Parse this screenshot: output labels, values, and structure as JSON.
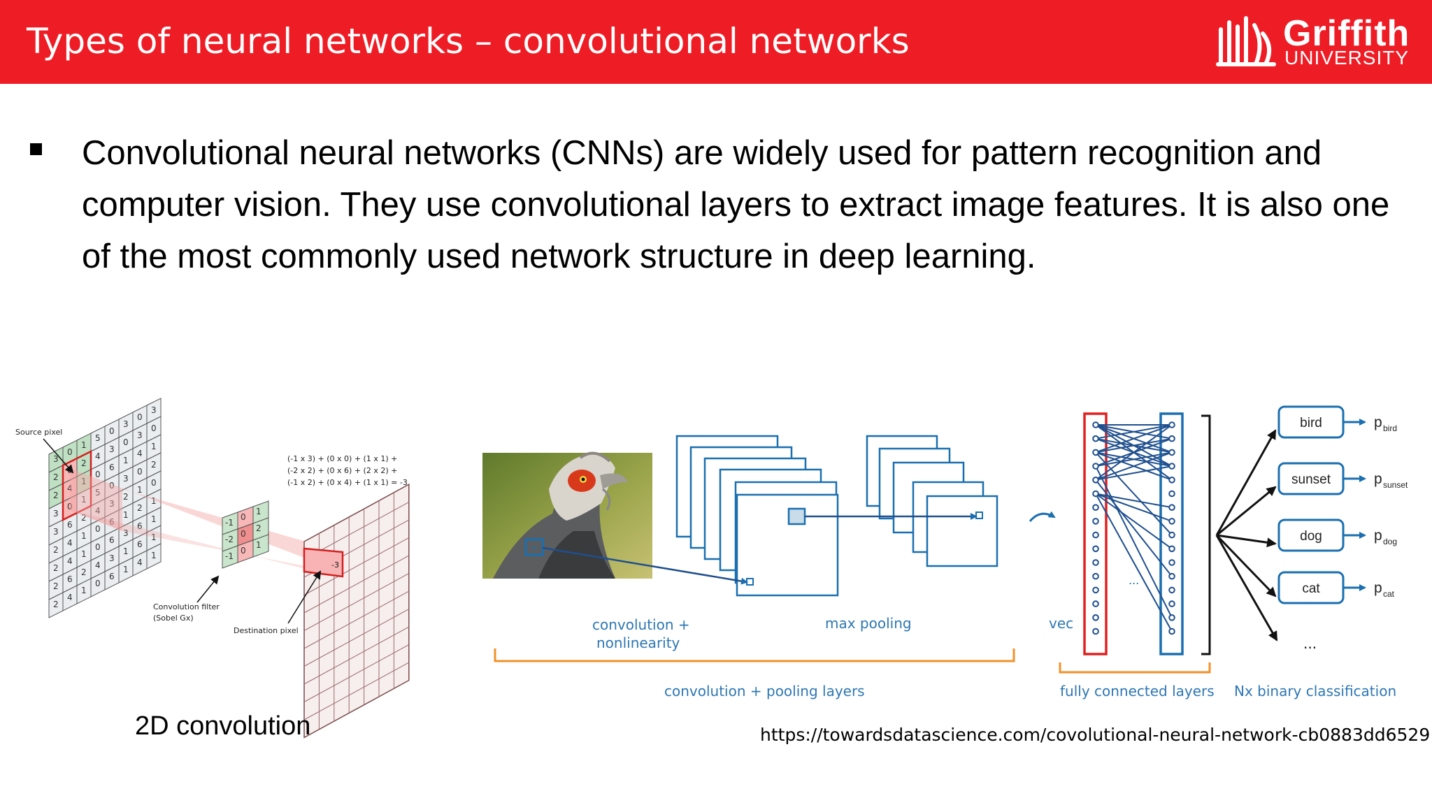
{
  "slide": {
    "title": "Types of neural networks – convolutional networks",
    "bullet": "Convolutional neural networks (CNNs) are widely used for pattern recognition and computer vision. They use convolutional layers to extract image features. It is also one of the most commonly used network structure in deep learning.",
    "caption": "2D convolution",
    "source": "https://towardsdatascience.com/covolutional-neural-network-cb0883dd6529"
  },
  "logo": {
    "name": "Griffith",
    "sub": "UNIVERSITY"
  },
  "conv_figure": {
    "source_pixel": "Source pixel",
    "filter_label_1": "Convolution filter",
    "filter_label_2": "(Sobel Gx)",
    "dest_label": "Destination pixel",
    "equation_1": "(-1 x 3) + (0 x 0) + (1 x 1) +",
    "equation_2": "(-2 x 2) + (0 x 6) + (2 x 2) +",
    "equation_3": "(-1 x 2) + (0 x 4) + (1 x 1)  = -3",
    "result_value": "-3",
    "src_rows": [
      [
        "3",
        "0",
        "1",
        "5",
        "0",
        "3",
        "0",
        "3"
      ],
      [
        "2",
        "6",
        "2",
        "4",
        "3",
        "0",
        "3",
        "0"
      ],
      [
        "2",
        "4",
        "1",
        "0",
        "6",
        "1",
        "4",
        "1"
      ],
      [
        "3",
        "0",
        "1",
        "5",
        "0",
        "3",
        "0",
        "2"
      ],
      [
        "3",
        "6",
        "2",
        "4",
        "3",
        "2",
        "1",
        "0"
      ],
      [
        "2",
        "4",
        "1",
        "0",
        "6",
        "1",
        "2",
        "1"
      ],
      [
        "2",
        "4",
        "1",
        "0",
        "6",
        "3",
        "6",
        "1"
      ],
      [
        "2",
        "6",
        "2",
        "4",
        "3",
        "1",
        "6",
        "1"
      ],
      [
        "2",
        "4",
        "1",
        "0",
        "6",
        "1",
        "4",
        "1"
      ]
    ],
    "filter_rows": [
      [
        "-1",
        "0",
        "1"
      ],
      [
        "-2",
        "0",
        "2"
      ],
      [
        "-1",
        "0",
        "1"
      ]
    ]
  },
  "cnn_figure": {
    "label_conv": "convolution +",
    "label_nonlin": "nonlinearity",
    "label_pool": "max pooling",
    "label_vec": "vec",
    "label_conv_pool": "convolution + pooling layers",
    "label_fc": "fully connected layers",
    "label_nx": "Nx binary classification",
    "dots": "...",
    "classes": [
      {
        "name": "bird",
        "p": "p",
        "sub": "bird"
      },
      {
        "name": "sunset",
        "p": "p",
        "sub": "sunset"
      },
      {
        "name": "dog",
        "p": "p",
        "sub": "dog"
      },
      {
        "name": "cat",
        "p": "p",
        "sub": "cat"
      }
    ],
    "colors": {
      "blue": "#1a6fb0",
      "label_blue": "#2d77b3",
      "orange": "#f0922a",
      "red": "#e02020"
    }
  }
}
